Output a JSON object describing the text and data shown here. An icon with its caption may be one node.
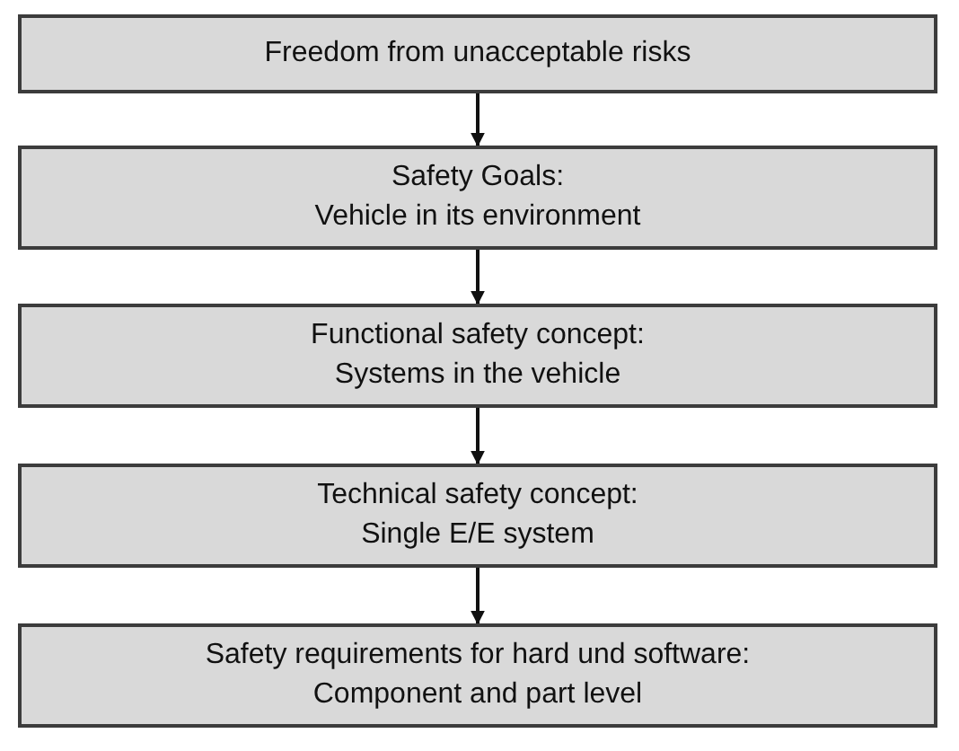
{
  "diagram": {
    "nodes": [
      {
        "text": [
          "Freedom from unacceptable risks"
        ]
      },
      {
        "text": [
          "Safety Goals:",
          "Vehicle in its environment"
        ]
      },
      {
        "text": [
          "Functional safety concept:",
          "Systems in the vehicle"
        ]
      },
      {
        "text": [
          "Technical safety concept:",
          "Single E/E system"
        ]
      },
      {
        "text": [
          "Safety requirements for hard und software:",
          "Component and part level"
        ]
      }
    ],
    "edges": [
      {
        "from": 0,
        "to": 1,
        "arrow": "to"
      },
      {
        "from": 1,
        "to": 2,
        "arrow": "to"
      },
      {
        "from": 2,
        "to": 3,
        "arrow": "to"
      },
      {
        "from": 3,
        "to": 4,
        "arrow": "to"
      }
    ]
  }
}
